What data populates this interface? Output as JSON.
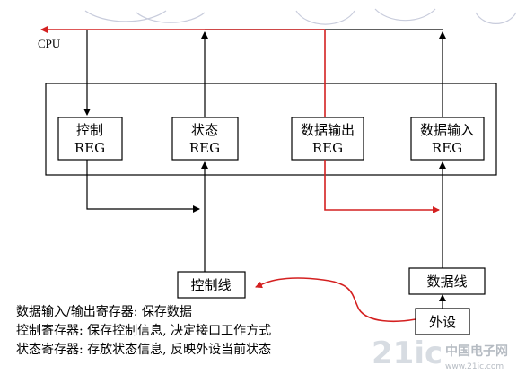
{
  "cpu_label": "CPU",
  "registers": [
    {
      "line1": "控制",
      "line2": "REG"
    },
    {
      "line1": "状态",
      "line2": "REG"
    },
    {
      "line1": "数据输出",
      "line2": "REG"
    },
    {
      "line1": "数据输入",
      "line2": "REG"
    }
  ],
  "control_line_label": "控制线",
  "data_line_label": "数据线",
  "peripheral_label": "外设",
  "notes": [
    "数据输入/输出寄存器: 保存数据",
    "控制寄存器: 保存控制信息, 决定接口工作方式",
    "状态寄存器: 存放状态信息, 反映外设当前状态"
  ],
  "watermark": {
    "prefix": "21ic",
    "text": "中国电子网",
    "domain": "www.21ic.com"
  },
  "colors": {
    "highlight": "#d42020",
    "line": "#000000"
  }
}
